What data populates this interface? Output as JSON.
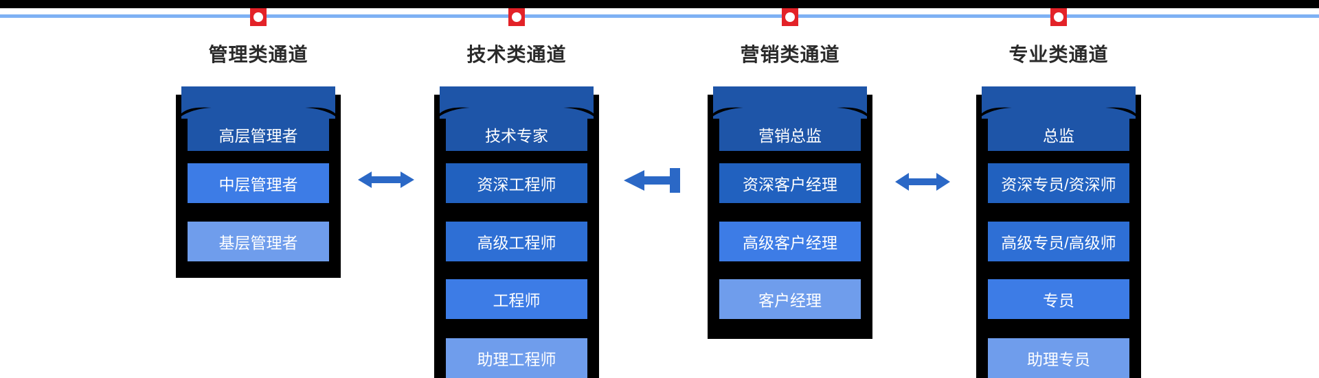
{
  "diagram_title": "career-ladder-channels",
  "timeline": {
    "top_bar_color": "#000000",
    "line_color": "#7EB1F4",
    "marker_color": "#E32228",
    "marker_dot_color": "#FFFFFF"
  },
  "colors": {
    "frame": "#000000",
    "arrow": "#2B68C6",
    "title_text": "#2A2A2A",
    "item_text": "#FFFFFF",
    "level_dark": "#1E55A8",
    "level_dark2": "#2161BF",
    "level_mid": "#2E6FD5",
    "level_mid2": "#3D7CE6",
    "level_light": "#6F9DEC"
  },
  "channels": [
    {
      "title": "管理类通道",
      "items": [
        {
          "label": "高层管理者",
          "color": "#1E55A8"
        },
        {
          "label": "中层管理者",
          "color": "#3D7CE6"
        },
        {
          "label": "基层管理者",
          "color": "#6F9DEC"
        }
      ]
    },
    {
      "title": "技术类通道",
      "items": [
        {
          "label": "技术专家",
          "color": "#1E55A8"
        },
        {
          "label": "资深工程师",
          "color": "#2161BF"
        },
        {
          "label": "高级工程师",
          "color": "#2E6FD5"
        },
        {
          "label": "工程师",
          "color": "#3D7CE6"
        },
        {
          "label": "助理工程师",
          "color": "#6F9DEC"
        }
      ]
    },
    {
      "title": "营销类通道",
      "items": [
        {
          "label": "营销总监",
          "color": "#1E55A8"
        },
        {
          "label": "资深客户经理",
          "color": "#2161BF"
        },
        {
          "label": "高级客户经理",
          "color": "#3D7CE6"
        },
        {
          "label": "客户经理",
          "color": "#6F9DEC"
        }
      ]
    },
    {
      "title": "专业类通道",
      "items": [
        {
          "label": "总监",
          "color": "#1E55A8"
        },
        {
          "label": "资深专员/资深师",
          "color": "#2161BF"
        },
        {
          "label": "高级专员/高级师",
          "color": "#2E6FD5"
        },
        {
          "label": "专员",
          "color": "#3D7CE6"
        },
        {
          "label": "助理专员",
          "color": "#6F9DEC"
        }
      ]
    }
  ],
  "arrows": [
    {
      "between": "management-technical",
      "type": "double-headed"
    },
    {
      "between": "technical-marketing",
      "type": "left-pointing"
    },
    {
      "between": "marketing-professional",
      "type": "double-headed"
    }
  ]
}
